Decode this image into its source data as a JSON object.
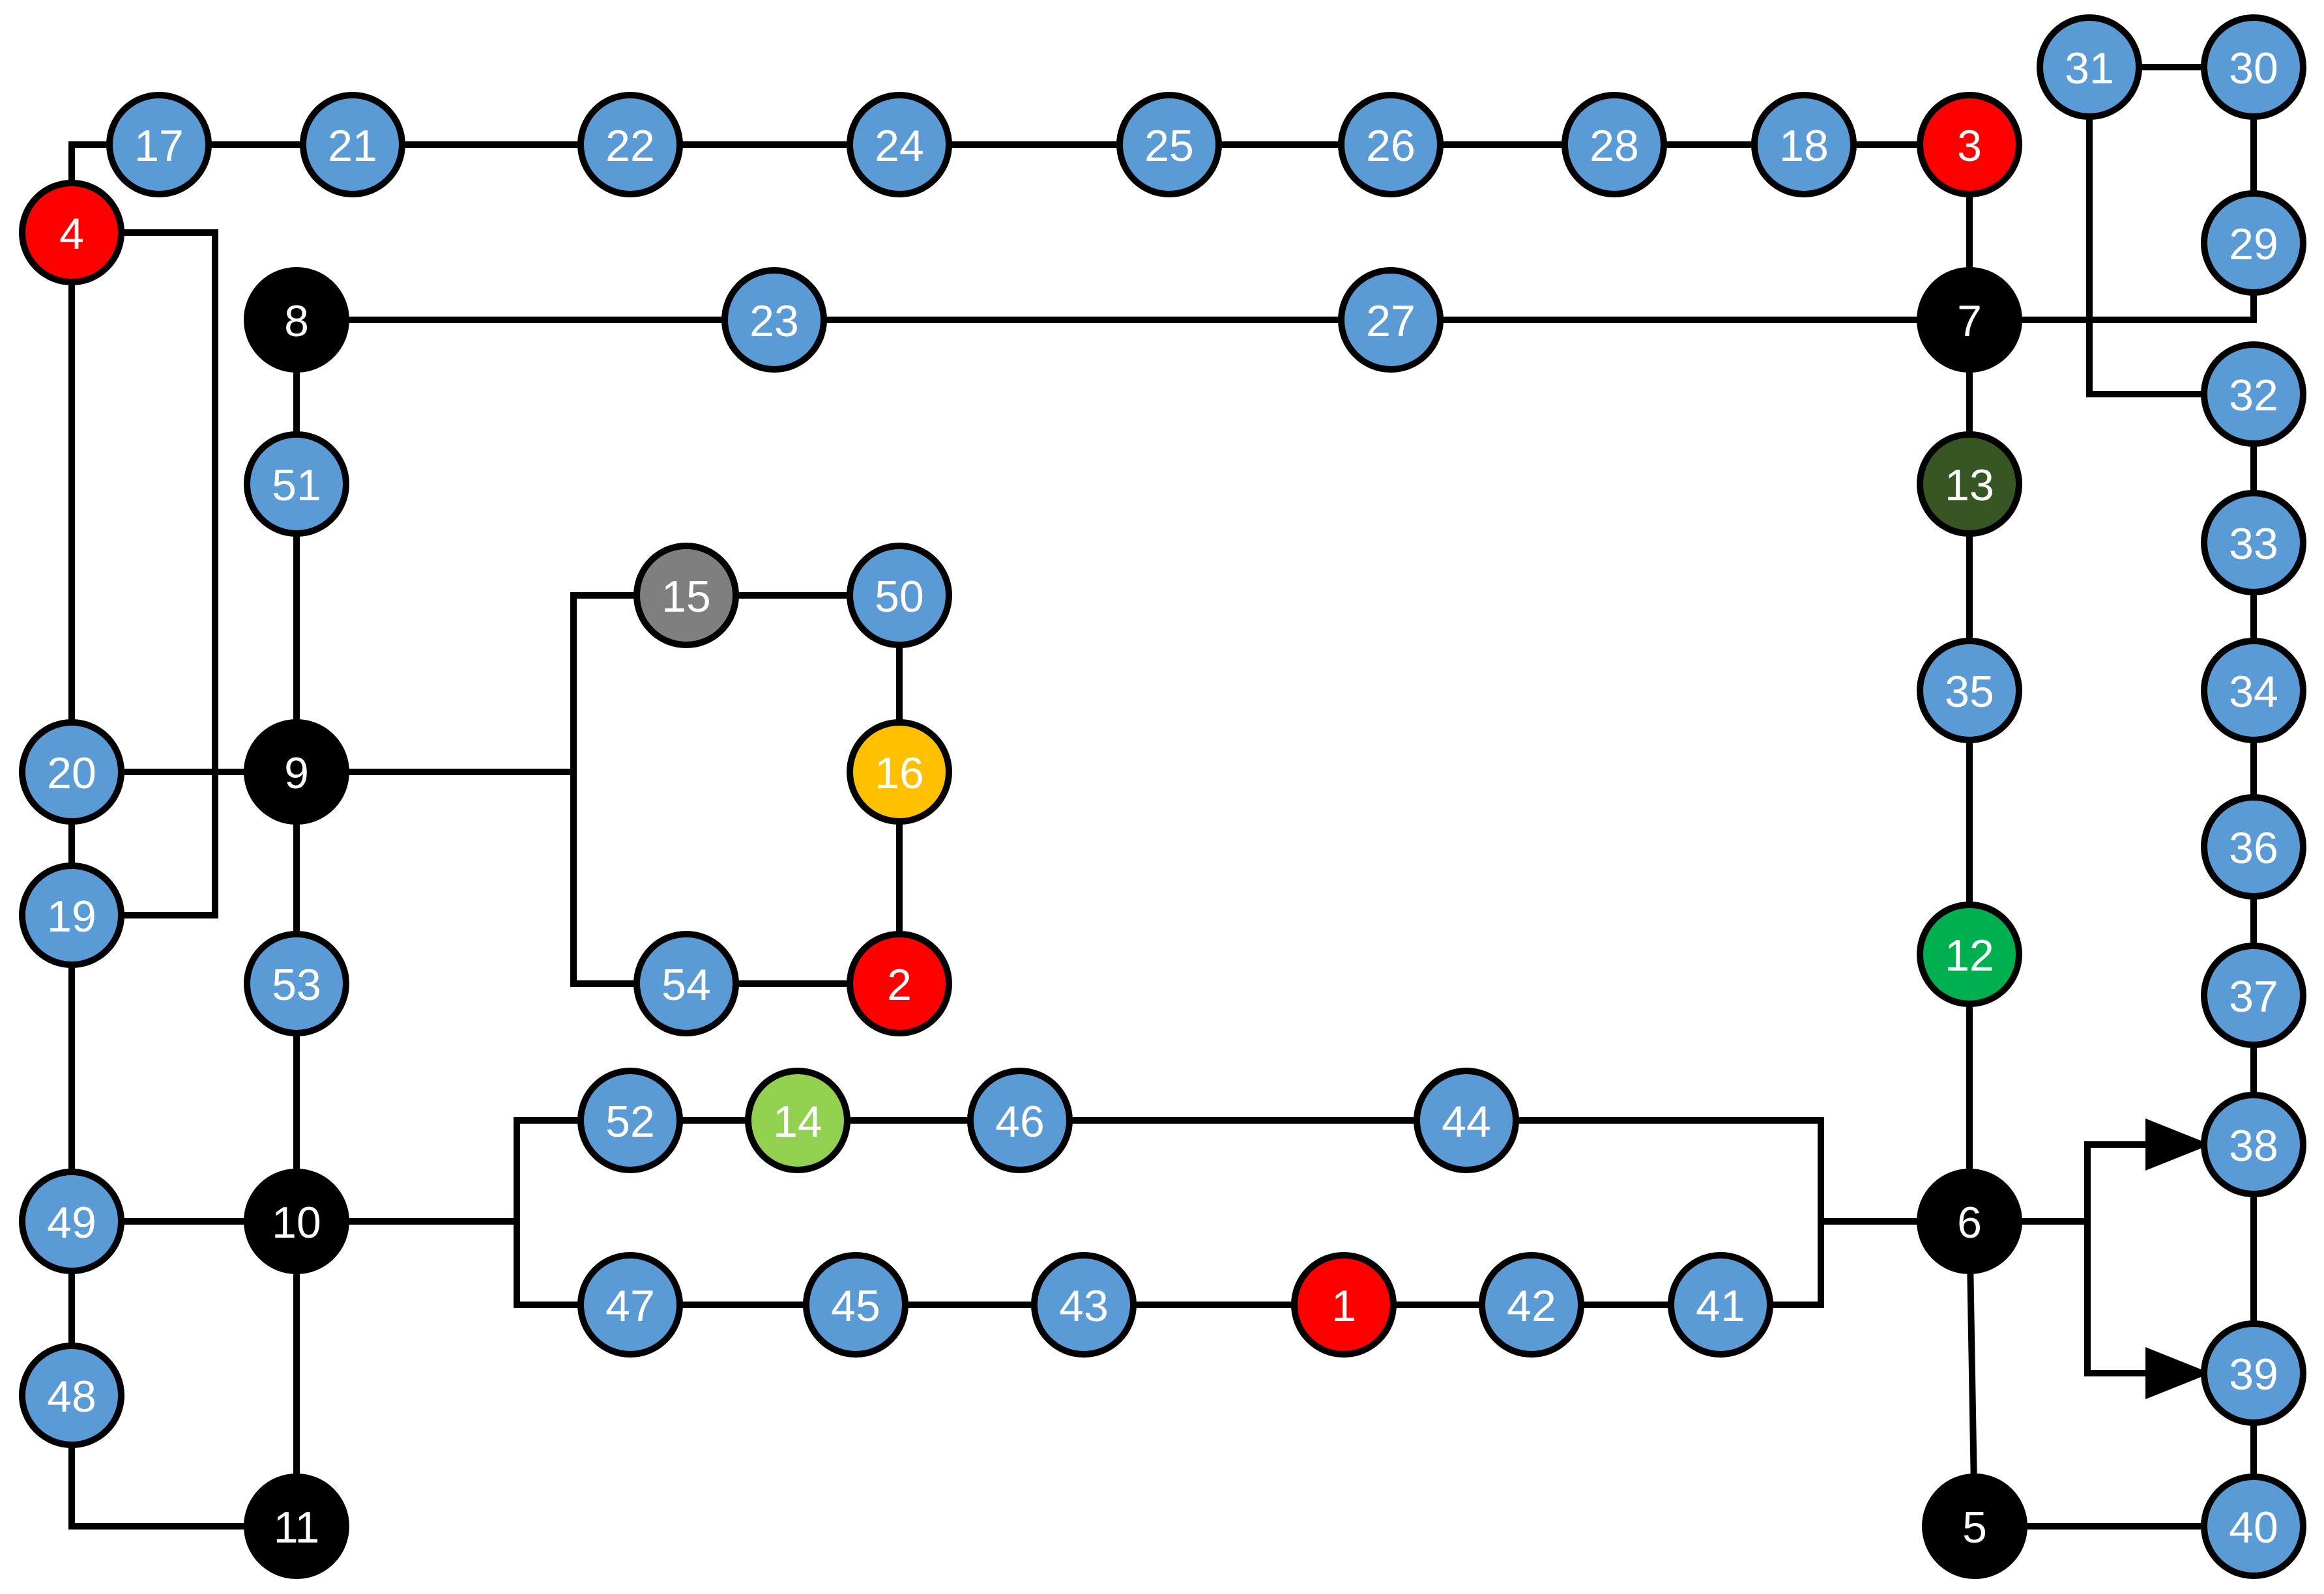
{
  "palette": {
    "blue": "#5b9bd5",
    "red": "#ff0000",
    "black": "#000000",
    "gray": "#7f7f7f",
    "yellow": "#ffc000",
    "green": "#00b050",
    "lightgreen": "#92d050",
    "darkgreen": "#375623"
  },
  "nodes": [
    {
      "id": "1",
      "label": "1",
      "color": "red"
    },
    {
      "id": "2",
      "label": "2",
      "color": "red"
    },
    {
      "id": "3",
      "label": "3",
      "color": "red"
    },
    {
      "id": "4",
      "label": "4",
      "color": "red"
    },
    {
      "id": "5",
      "label": "5",
      "color": "black"
    },
    {
      "id": "6",
      "label": "6",
      "color": "black"
    },
    {
      "id": "7",
      "label": "7",
      "color": "black"
    },
    {
      "id": "8",
      "label": "8",
      "color": "black"
    },
    {
      "id": "9",
      "label": "9",
      "color": "black"
    },
    {
      "id": "10",
      "label": "10",
      "color": "black"
    },
    {
      "id": "11",
      "label": "11",
      "color": "black"
    },
    {
      "id": "12",
      "label": "12",
      "color": "green"
    },
    {
      "id": "13",
      "label": "13",
      "color": "darkgreen"
    },
    {
      "id": "14",
      "label": "14",
      "color": "lightgreen"
    },
    {
      "id": "15",
      "label": "15",
      "color": "gray"
    },
    {
      "id": "16",
      "label": "16",
      "color": "yellow"
    },
    {
      "id": "17",
      "label": "17",
      "color": "blue"
    },
    {
      "id": "18",
      "label": "18",
      "color": "blue"
    },
    {
      "id": "19",
      "label": "19",
      "color": "blue"
    },
    {
      "id": "20",
      "label": "20",
      "color": "blue"
    },
    {
      "id": "21",
      "label": "21",
      "color": "blue"
    },
    {
      "id": "22",
      "label": "22",
      "color": "blue"
    },
    {
      "id": "23",
      "label": "23",
      "color": "blue"
    },
    {
      "id": "24",
      "label": "24",
      "color": "blue"
    },
    {
      "id": "25",
      "label": "25",
      "color": "blue"
    },
    {
      "id": "26",
      "label": "26",
      "color": "blue"
    },
    {
      "id": "27",
      "label": "27",
      "color": "blue"
    },
    {
      "id": "28",
      "label": "28",
      "color": "blue"
    },
    {
      "id": "29",
      "label": "29",
      "color": "blue"
    },
    {
      "id": "30",
      "label": "30",
      "color": "blue"
    },
    {
      "id": "31",
      "label": "31",
      "color": "blue"
    },
    {
      "id": "32",
      "label": "32",
      "color": "blue"
    },
    {
      "id": "33",
      "label": "33",
      "color": "blue"
    },
    {
      "id": "34",
      "label": "34",
      "color": "blue"
    },
    {
      "id": "35",
      "label": "35",
      "color": "blue"
    },
    {
      "id": "36",
      "label": "36",
      "color": "blue"
    },
    {
      "id": "37",
      "label": "37",
      "color": "blue"
    },
    {
      "id": "38",
      "label": "38",
      "color": "blue"
    },
    {
      "id": "39",
      "label": "39",
      "color": "blue"
    },
    {
      "id": "40",
      "label": "40",
      "color": "blue"
    },
    {
      "id": "41",
      "label": "41",
      "color": "blue"
    },
    {
      "id": "42",
      "label": "42",
      "color": "blue"
    },
    {
      "id": "43",
      "label": "43",
      "color": "blue"
    },
    {
      "id": "44",
      "label": "44",
      "color": "blue"
    },
    {
      "id": "45",
      "label": "45",
      "color": "blue"
    },
    {
      "id": "46",
      "label": "46",
      "color": "blue"
    },
    {
      "id": "47",
      "label": "47",
      "color": "blue"
    },
    {
      "id": "48",
      "label": "48",
      "color": "blue"
    },
    {
      "id": "49",
      "label": "49",
      "color": "blue"
    },
    {
      "id": "50",
      "label": "50",
      "color": "blue"
    },
    {
      "id": "51",
      "label": "51",
      "color": "blue"
    },
    {
      "id": "52",
      "label": "52",
      "color": "blue"
    },
    {
      "id": "53",
      "label": "53",
      "color": "blue"
    },
    {
      "id": "54",
      "label": "54",
      "color": "blue"
    }
  ],
  "edges": [
    [
      "4",
      "17"
    ],
    [
      "17",
      "21"
    ],
    [
      "21",
      "22"
    ],
    [
      "22",
      "24"
    ],
    [
      "24",
      "25"
    ],
    [
      "25",
      "26"
    ],
    [
      "26",
      "28"
    ],
    [
      "28",
      "18"
    ],
    [
      "18",
      "3"
    ],
    [
      "3",
      "7"
    ],
    [
      "8",
      "23"
    ],
    [
      "23",
      "27"
    ],
    [
      "27",
      "7"
    ],
    [
      "7",
      "29"
    ],
    [
      "29",
      "30"
    ],
    [
      "30",
      "31"
    ],
    [
      "31",
      "32"
    ],
    [
      "32",
      "33"
    ],
    [
      "33",
      "34"
    ],
    [
      "34",
      "36"
    ],
    [
      "36",
      "37"
    ],
    [
      "37",
      "38"
    ],
    [
      "38",
      "39"
    ],
    [
      "39",
      "40"
    ],
    [
      "40",
      "5"
    ],
    [
      "7",
      "13"
    ],
    [
      "13",
      "35"
    ],
    [
      "35",
      "12"
    ],
    [
      "12",
      "6"
    ],
    [
      "6",
      "5"
    ],
    [
      "6",
      "38"
    ],
    [
      "6",
      "39"
    ],
    [
      "6",
      "44"
    ],
    [
      "6",
      "41"
    ],
    [
      "44",
      "46"
    ],
    [
      "46",
      "14"
    ],
    [
      "14",
      "52"
    ],
    [
      "41",
      "42"
    ],
    [
      "42",
      "1"
    ],
    [
      "1",
      "43"
    ],
    [
      "43",
      "45"
    ],
    [
      "45",
      "47"
    ],
    [
      "52",
      "10"
    ],
    [
      "47",
      "10"
    ],
    [
      "10",
      "49"
    ],
    [
      "10",
      "11"
    ],
    [
      "10",
      "53"
    ],
    [
      "53",
      "9"
    ],
    [
      "9",
      "51"
    ],
    [
      "51",
      "8"
    ],
    [
      "9",
      "20"
    ],
    [
      "9",
      "15"
    ],
    [
      "9",
      "54"
    ],
    [
      "15",
      "50"
    ],
    [
      "50",
      "16"
    ],
    [
      "16",
      "2"
    ],
    [
      "2",
      "54"
    ],
    [
      "4",
      "20"
    ],
    [
      "20",
      "19"
    ],
    [
      "19",
      "49"
    ],
    [
      "49",
      "48"
    ],
    [
      "48",
      "11"
    ],
    [
      "4",
      "19"
    ]
  ]
}
